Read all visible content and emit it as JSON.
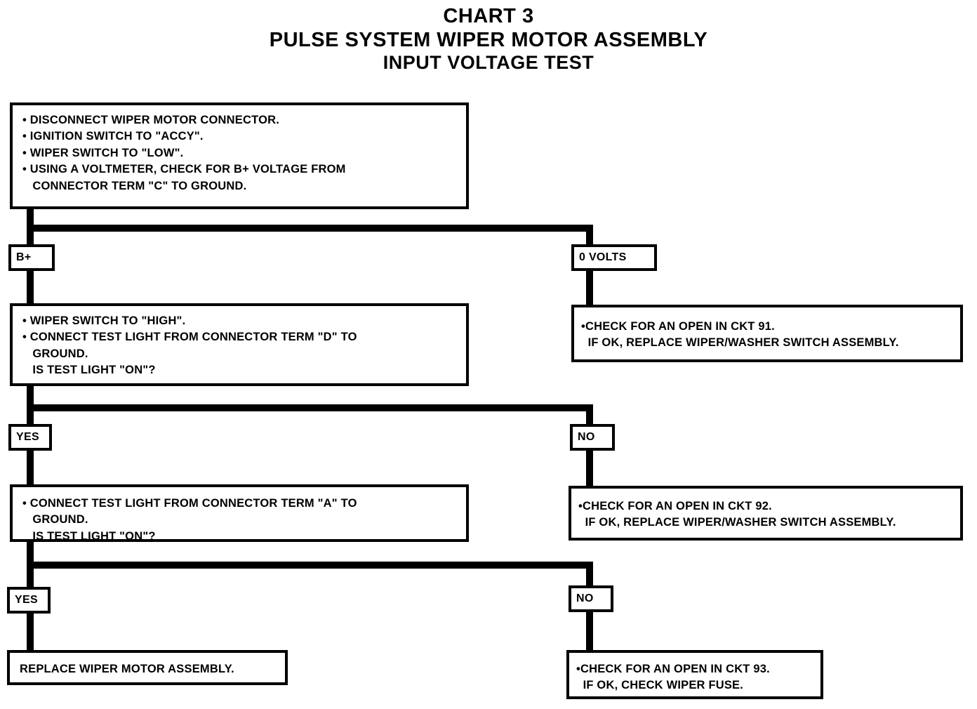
{
  "title": {
    "line1": "CHART 3",
    "line2": "PULSE SYSTEM WIPER MOTOR ASSEMBLY",
    "line3": "INPUT VOLTAGE TEST"
  },
  "colors": {
    "ink": "#000000",
    "paper": "#ffffff"
  },
  "nodes": {
    "step1": {
      "text": "• DISCONNECT WIPER MOTOR CONNECTOR.\n• IGNITION SWITCH TO \"ACCY\".\n• WIPER SWITCH TO \"LOW\".\n• USING A VOLTMETER, CHECK FOR B+ VOLTAGE FROM\n   CONNECTOR TERM \"C\" TO GROUND."
    },
    "step2_left": {
      "text": "• WIPER SWITCH TO \"HIGH\".\n• CONNECT TEST LIGHT FROM CONNECTOR TERM \"D\" TO\n   GROUND.\n   IS TEST LIGHT \"ON\"?"
    },
    "step2_right": {
      "text": "•CHECK FOR AN OPEN IN CKT 91.\n  IF OK, REPLACE WIPER/WASHER SWITCH ASSEMBLY."
    },
    "step3_left": {
      "text": "• CONNECT TEST LIGHT FROM CONNECTOR TERM \"A\" TO\n   GROUND.\n   IS TEST LIGHT \"ON\"?"
    },
    "step3_right": {
      "text": "•CHECK FOR AN OPEN IN CKT 92.\n  IF OK, REPLACE WIPER/WASHER SWITCH ASSEMBLY."
    },
    "step4_left": {
      "text": "REPLACE WIPER MOTOR ASSEMBLY."
    },
    "step4_right": {
      "text": "•CHECK FOR AN OPEN IN CKT 93.\n  IF OK, CHECK WIPER FUSE."
    }
  },
  "branch_labels": {
    "b_plus": "B+",
    "zero_volts": "0 VOLTS",
    "yes_1": "YES",
    "no_1": "NO",
    "yes_2": "YES",
    "no_2": "NO"
  },
  "flow": {
    "decision_1": {
      "question": "CHECK FOR B+ VOLTAGE FROM CONNECTOR TERM \"C\" TO GROUND",
      "branches": [
        "B+",
        "0 VOLTS"
      ]
    },
    "decision_2": {
      "question": "IS TEST LIGHT \"ON\"? (TERM \"D\")",
      "branches": [
        "YES",
        "NO"
      ]
    },
    "decision_3": {
      "question": "IS TEST LIGHT \"ON\"? (TERM \"A\")",
      "branches": [
        "YES",
        "NO"
      ]
    }
  }
}
